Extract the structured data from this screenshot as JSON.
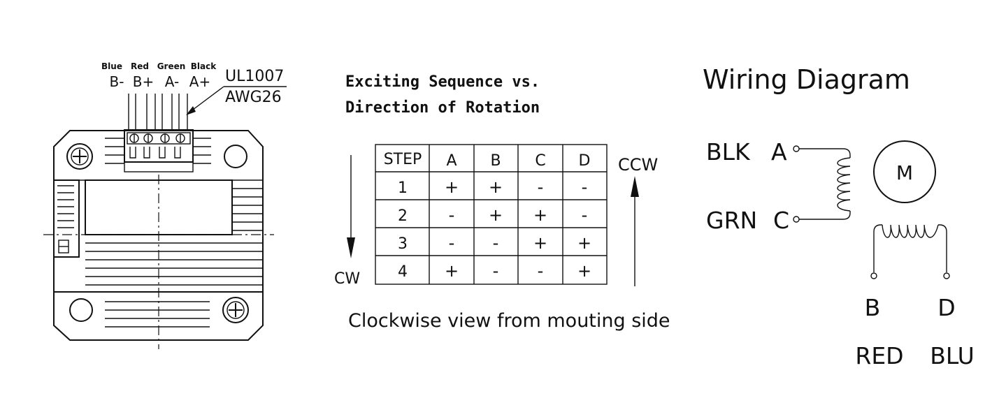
{
  "motor_drawing": {
    "wire_colors": [
      "Blue",
      "Red",
      "Green",
      "Black"
    ],
    "wire_terminals": [
      "B-",
      "B+",
      "A-",
      "A+"
    ],
    "cable_spec_line1": "UL1007",
    "cable_spec_line2": "AWG26"
  },
  "sequence": {
    "title_line1": "Exciting Sequence vs.",
    "title_line2": "Direction of Rotation",
    "ccw_label": "CCW",
    "cw_label": "CW",
    "caption": "Clockwise view from mouting side",
    "headers": [
      "STEP",
      "A",
      "B",
      "C",
      "D"
    ],
    "rows": [
      [
        "1",
        "+",
        "+",
        "-",
        "-"
      ],
      [
        "2",
        "-",
        "+",
        "+",
        "-"
      ],
      [
        "3",
        "-",
        "-",
        "+",
        "+"
      ],
      [
        "4",
        "+",
        "-",
        "-",
        "+"
      ]
    ]
  },
  "wiring": {
    "title": "Wiring Diagram",
    "motor_symbol": "M",
    "coil_a": {
      "top_color": "BLK",
      "top_terminal": "A",
      "bottom_color": "GRN",
      "bottom_terminal": "C"
    },
    "coil_b": {
      "left_terminal": "B",
      "right_terminal": "D",
      "left_color": "RED",
      "right_color": "BLU"
    }
  }
}
